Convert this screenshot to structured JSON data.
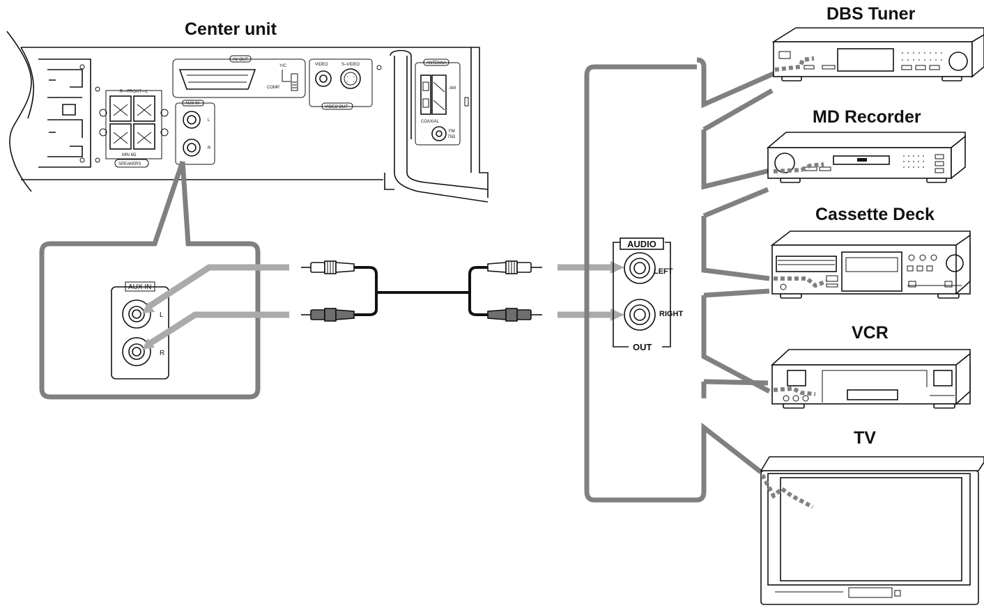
{
  "labels": {
    "center_unit": "Center unit",
    "dbs_tuner": "DBS Tuner",
    "md_recorder": "MD Recorder",
    "cassette_deck": "Cassette Deck",
    "vcr": "VCR",
    "tv": "TV"
  },
  "center_panel": {
    "av_out": "AV  OUT",
    "yc": "Y/C",
    "comp": "COMP.",
    "video": "VIDEO",
    "s_video": "S–VIDEO",
    "video_out": "VIDEO OUT",
    "antenna": "ANTENNA",
    "am": "AM",
    "coaxial": "COAXIAL",
    "fm": "FM",
    "ohm": "75Ω",
    "front": "R—FRONT—L",
    "min": "MIN  6Ω",
    "speakers": "SPEAKERS",
    "aux_in": "AUX IN",
    "l": "L",
    "r": "R"
  },
  "callout": {
    "aux_in": "AUX IN",
    "l": "L",
    "r": "R"
  },
  "audio_out": {
    "audio": "AUDIO",
    "left": "LEFT",
    "right": "RIGHT",
    "out": "OUT"
  },
  "colors": {
    "line": "#111111",
    "bracket_gray": "#808080",
    "arrow_gray": "#aaaaaa",
    "plug_gray": "#6e6e6e"
  }
}
